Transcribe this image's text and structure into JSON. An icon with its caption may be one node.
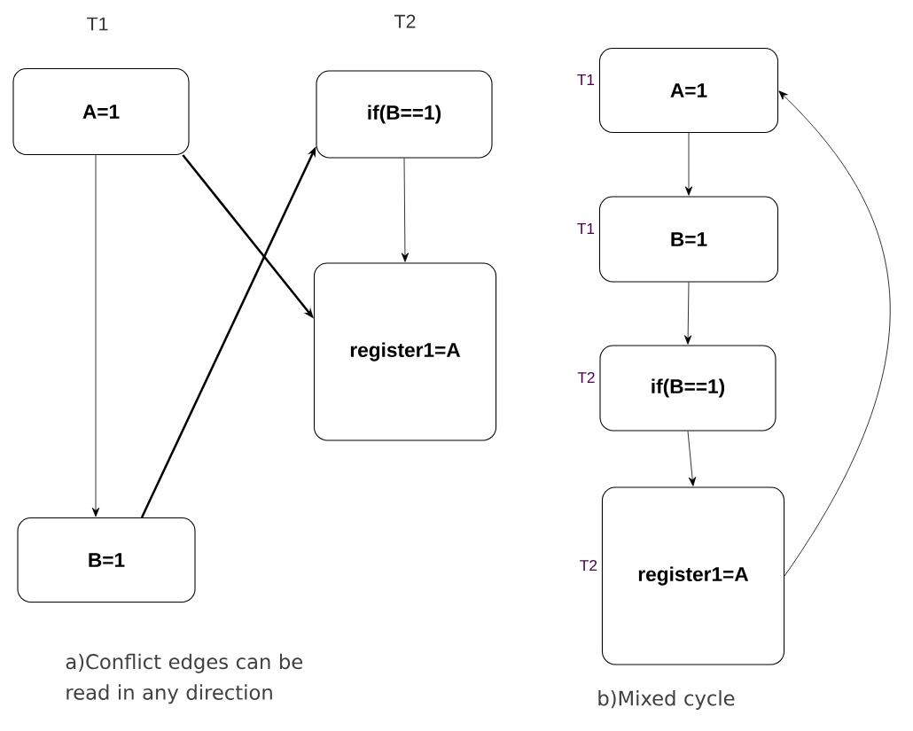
{
  "diagram": {
    "nodes": [
      {
        "text": [
          "A=1"
        ]
      },
      {
        "text": [
          "B=1"
        ]
      },
      {
        "text": [
          "if(B==1)"
        ]
      },
      {
        "text": [
          "register1=A"
        ]
      },
      {
        "text": [
          "A=1"
        ],
        "beside": [
          "T1"
        ]
      },
      {
        "text": [
          "B=1"
        ],
        "beside": [
          "T1"
        ]
      },
      {
        "text": [
          "if(B==1)"
        ],
        "beside": [
          "T2"
        ]
      },
      {
        "text": [
          "register1=A"
        ],
        "beside": [
          "T2"
        ]
      }
    ],
    "edges": [
      {
        "from": 0,
        "to": 1,
        "arrow": "to"
      },
      {
        "from": 0,
        "to": 3,
        "arrow": "to",
        "style": "thick"
      },
      {
        "from": 1,
        "to": 2,
        "arrow": "to",
        "style": "thick"
      },
      {
        "from": 2,
        "to": 3,
        "arrow": "to"
      },
      {
        "from": 4,
        "to": 5,
        "arrow": "to"
      },
      {
        "from": 5,
        "to": 6,
        "arrow": "to"
      },
      {
        "from": 6,
        "to": 7,
        "arrow": "to"
      },
      {
        "from": 7,
        "to": 4,
        "arrow": "to"
      }
    ],
    "labels": [
      "T1",
      "T2",
      "a)Conflict edges can be read in any direction",
      "b)Mixed cycle"
    ]
  }
}
